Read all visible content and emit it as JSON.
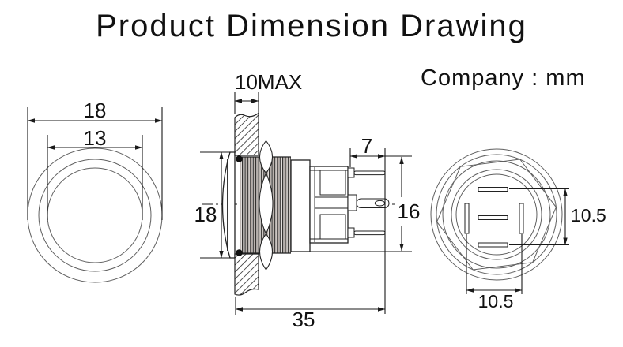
{
  "title": "Product Dimension Drawing",
  "company_note": "Company : mm",
  "front_view": {
    "dims": {
      "head_outer_diameter": "18",
      "button_diameter": "13"
    }
  },
  "side_view": {
    "dims": {
      "panel_thickness_max": "10MAX",
      "head_diameter": "18",
      "terminal_pin_length": "7",
      "body_height": "16",
      "total_length": "35"
    }
  },
  "back_view": {
    "dims": {
      "pin_spacing_vertical": "10.5",
      "pin_spacing_horizontal": "10.5"
    }
  },
  "colors": {
    "line": "#1a1a1a",
    "thin_line": "#5f5f5f",
    "background": "#ffffff"
  }
}
